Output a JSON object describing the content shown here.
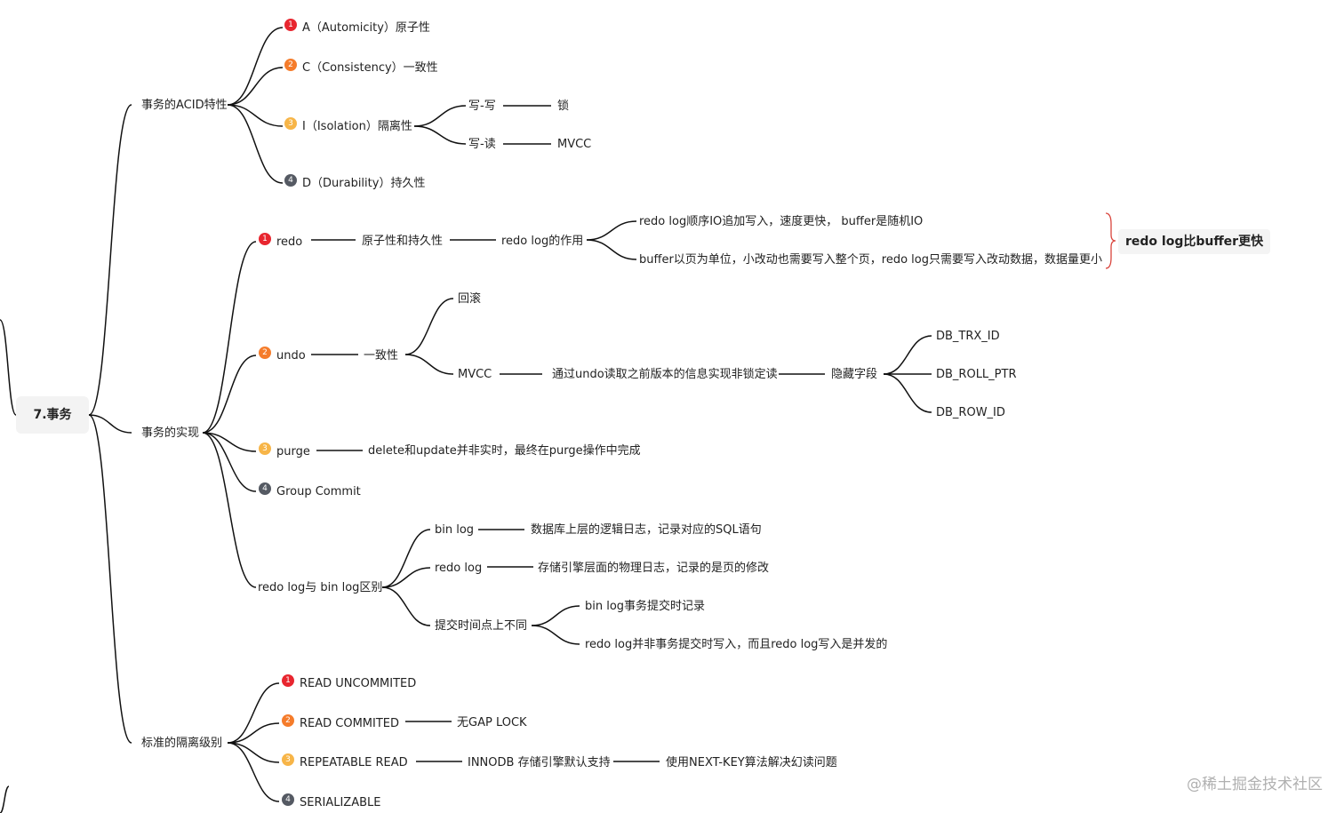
{
  "colors": {
    "badge_1": "#e8262f",
    "badge_2": "#f57c2b",
    "badge_3": "#f7b548",
    "badge_4": "#555a63",
    "brace": "#d9443c",
    "line": "#111111"
  },
  "root": {
    "label": "7.事务"
  },
  "acid": {
    "label": "事务的ACID特性",
    "atomicity": {
      "badge": "1",
      "label": "A（Automicity）原子性"
    },
    "consistency": {
      "badge": "2",
      "label": "C（Consistency）一致性"
    },
    "isolation": {
      "badge": "3",
      "label": "I（Isolation）隔离性",
      "write_write": {
        "label": "写-写",
        "value": "锁"
      },
      "write_read": {
        "label": "写-读",
        "value": "MVCC"
      }
    },
    "durability": {
      "badge": "4",
      "label": "D（Durability）持久性"
    }
  },
  "impl": {
    "label": "事务的实现",
    "redo": {
      "badge": "1",
      "label": "redo",
      "property": "原子性和持久性",
      "role": "redo log的作用",
      "point_1": "redo log顺序IO追加写入，速度更快， buffer是随机IO",
      "point_2": "buffer以页为单位，小改动也需要写入整个页，redo log只需要写入改动数据，数据量更小",
      "summary": "redo log比buffer更快"
    },
    "undo": {
      "badge": "2",
      "label": "undo",
      "property": "一致性",
      "rollback": "回滚",
      "mvcc": "MVCC",
      "mvcc_desc": "通过undo读取之前版本的信息实现非锁定读",
      "hidden_fields": "隐藏字段",
      "fields": [
        "DB_TRX_ID",
        "DB_ROLL_PTR",
        "DB_ROW_ID"
      ]
    },
    "purge": {
      "badge": "3",
      "label": "purge",
      "desc": "delete和update并非实时，最终在purge操作中完成"
    },
    "group_commit": {
      "badge": "4",
      "label": "Group Commit"
    },
    "diff": {
      "label": "redo log与 bin log区别",
      "bin_log": {
        "label": "bin log",
        "desc": "数据库上层的逻辑日志，记录对应的SQL语句"
      },
      "redo_log": {
        "label": "redo log",
        "desc": "存储引擎层面的物理日志，记录的是页的修改"
      },
      "commit_time": {
        "label": "提交时间点上不同",
        "bin": "bin log事务提交时记录",
        "redo": "redo log并非事务提交时写入，而且redo log写入是并发的"
      }
    }
  },
  "levels": {
    "label": "标准的隔离级别",
    "ru": {
      "badge": "1",
      "label": "READ UNCOMMITED"
    },
    "rc": {
      "badge": "2",
      "label": "READ COMMITED",
      "note": "无GAP LOCK"
    },
    "rr": {
      "badge": "3",
      "label": "REPEATABLE READ",
      "note": "INNODB 存储引擎默认支持",
      "note_2": "使用NEXT-KEY算法解决幻读问题"
    },
    "se": {
      "badge": "4",
      "label": "SERIALIZABLE"
    }
  },
  "watermark": "@稀土掘金技术社区"
}
